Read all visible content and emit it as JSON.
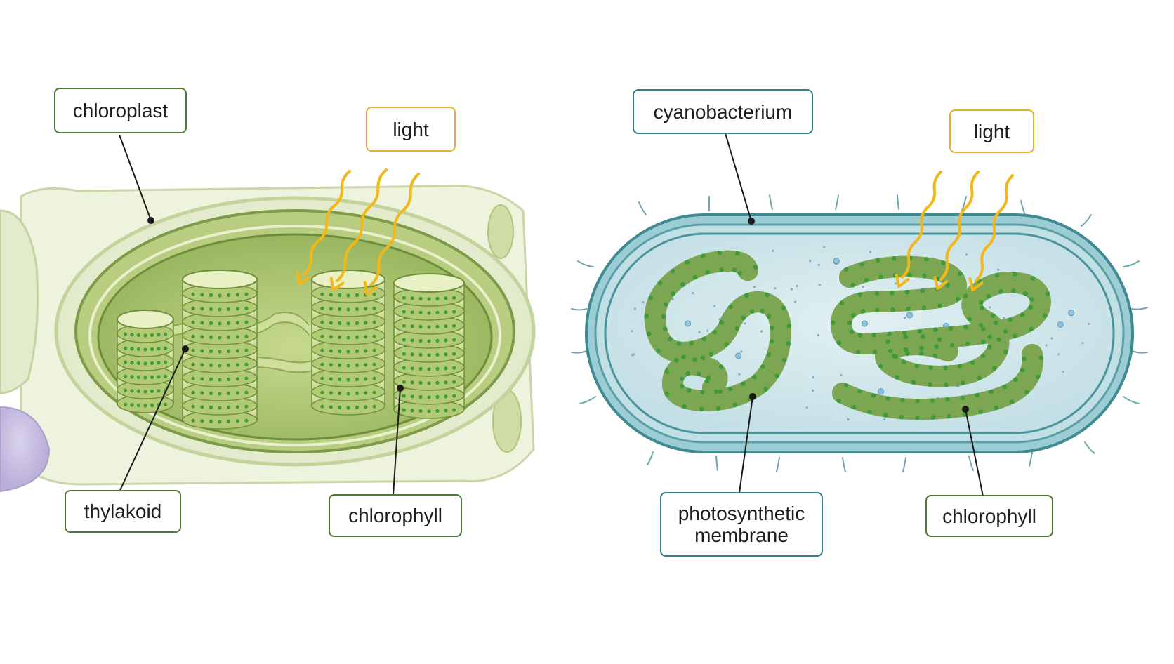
{
  "panels": {
    "chloroplast": {
      "labels": {
        "chloroplast": "chloroplast",
        "light": "light",
        "thylakoid": "thylakoid",
        "chlorophyll": "chlorophyll"
      }
    },
    "cyanobacterium": {
      "labels": {
        "cyanobacterium": "cyanobacterium",
        "light": "light",
        "photosynthetic_membrane": "photosynthetic\nmembrane",
        "chlorophyll": "chlorophyll"
      }
    }
  },
  "colors": {
    "plant_green": "#4e7a34",
    "light_yellow": "#e3b12c",
    "cyan_teal": "#2f7f86",
    "chlorophyll_dot": "#3f9a3c",
    "light_arrow": "#f2b81a"
  }
}
